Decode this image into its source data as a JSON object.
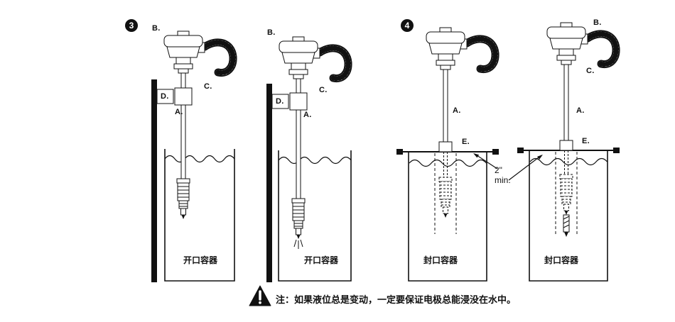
{
  "sections": {
    "three": {
      "badge": "3",
      "fig1": {
        "label_b": "B.",
        "label_c": "C.",
        "label_d": "D.",
        "label_a": "A.",
        "container": "开口容器"
      },
      "fig2": {
        "label_b": "B.",
        "label_c": "C.",
        "label_d": "D.",
        "label_a": "A.",
        "container": "开口容器"
      }
    },
    "four": {
      "badge": "4",
      "min_line1": "2\"",
      "min_line2": "min.",
      "fig1": {
        "label_a": "A.",
        "label_e": "E.",
        "container": "封口容器"
      },
      "fig2": {
        "label_b": "B.",
        "label_c": "C.",
        "label_a": "A.",
        "label_e": "E.",
        "container": "封口容器"
      }
    }
  },
  "note": {
    "text": "注：如果液位总是变动，一定要保证电极总能浸没在水中。"
  },
  "icons": {
    "warning": "warning-triangle"
  }
}
